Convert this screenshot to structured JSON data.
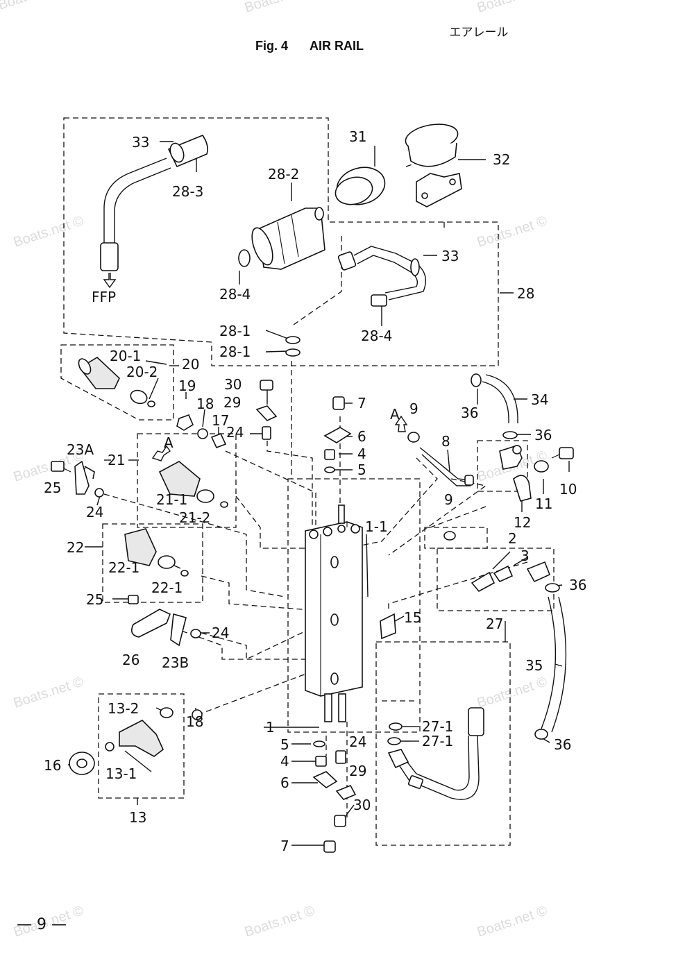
{
  "header": {
    "title_jp": "エアレール",
    "fig_number": "Fig. 4",
    "title_en": "AIR RAIL"
  },
  "page_number": "— 9 —",
  "watermark": "Boats.net ©",
  "arrow_label": "FFP",
  "view_label": "A",
  "callouts": {
    "c1": "1",
    "c1_1": "1-1",
    "c2": "2",
    "c3": "3",
    "c4a": "4",
    "c4b": "4",
    "c5a": "5",
    "c5b": "5",
    "c6a": "6",
    "c6b": "6",
    "c7a": "7",
    "c7b": "7",
    "c8": "8",
    "c9a": "9",
    "c9b": "9",
    "c10": "10",
    "c11": "11",
    "c12": "12",
    "c13": "13",
    "c13_1": "13-1",
    "c13_2": "13-2",
    "c15": "15",
    "c16": "16",
    "c17": "17",
    "c18a": "18",
    "c18b": "18",
    "c19": "19",
    "c20": "20",
    "c20_1": "20-1",
    "c20_2": "20-2",
    "c21": "21",
    "c21_1": "21-1",
    "c21_2": "21-2",
    "c22": "22",
    "c22_1a": "22-1",
    "c22_1b": "22-1",
    "c23a": "23A",
    "c23b": "23B",
    "c24a": "24",
    "c24b": "24",
    "c24c": "24",
    "c24d": "24",
    "c25a": "25",
    "c25b": "25",
    "c26": "26",
    "c27": "27",
    "c27_1a": "27-1",
    "c27_1b": "27-1",
    "c28": "28",
    "c28_1a": "28-1",
    "c28_1b": "28-1",
    "c28_2": "28-2",
    "c28_3": "28-3",
    "c28_4a": "28-4",
    "c28_4b": "28-4",
    "c29a": "29",
    "c29b": "29",
    "c30a": "30",
    "c30b": "30",
    "c31": "31",
    "c32": "32",
    "c33a": "33",
    "c33b": "33",
    "c34": "34",
    "c35": "35",
    "c36a": "36",
    "c36b": "36",
    "c36c": "36",
    "c36d": "36"
  }
}
